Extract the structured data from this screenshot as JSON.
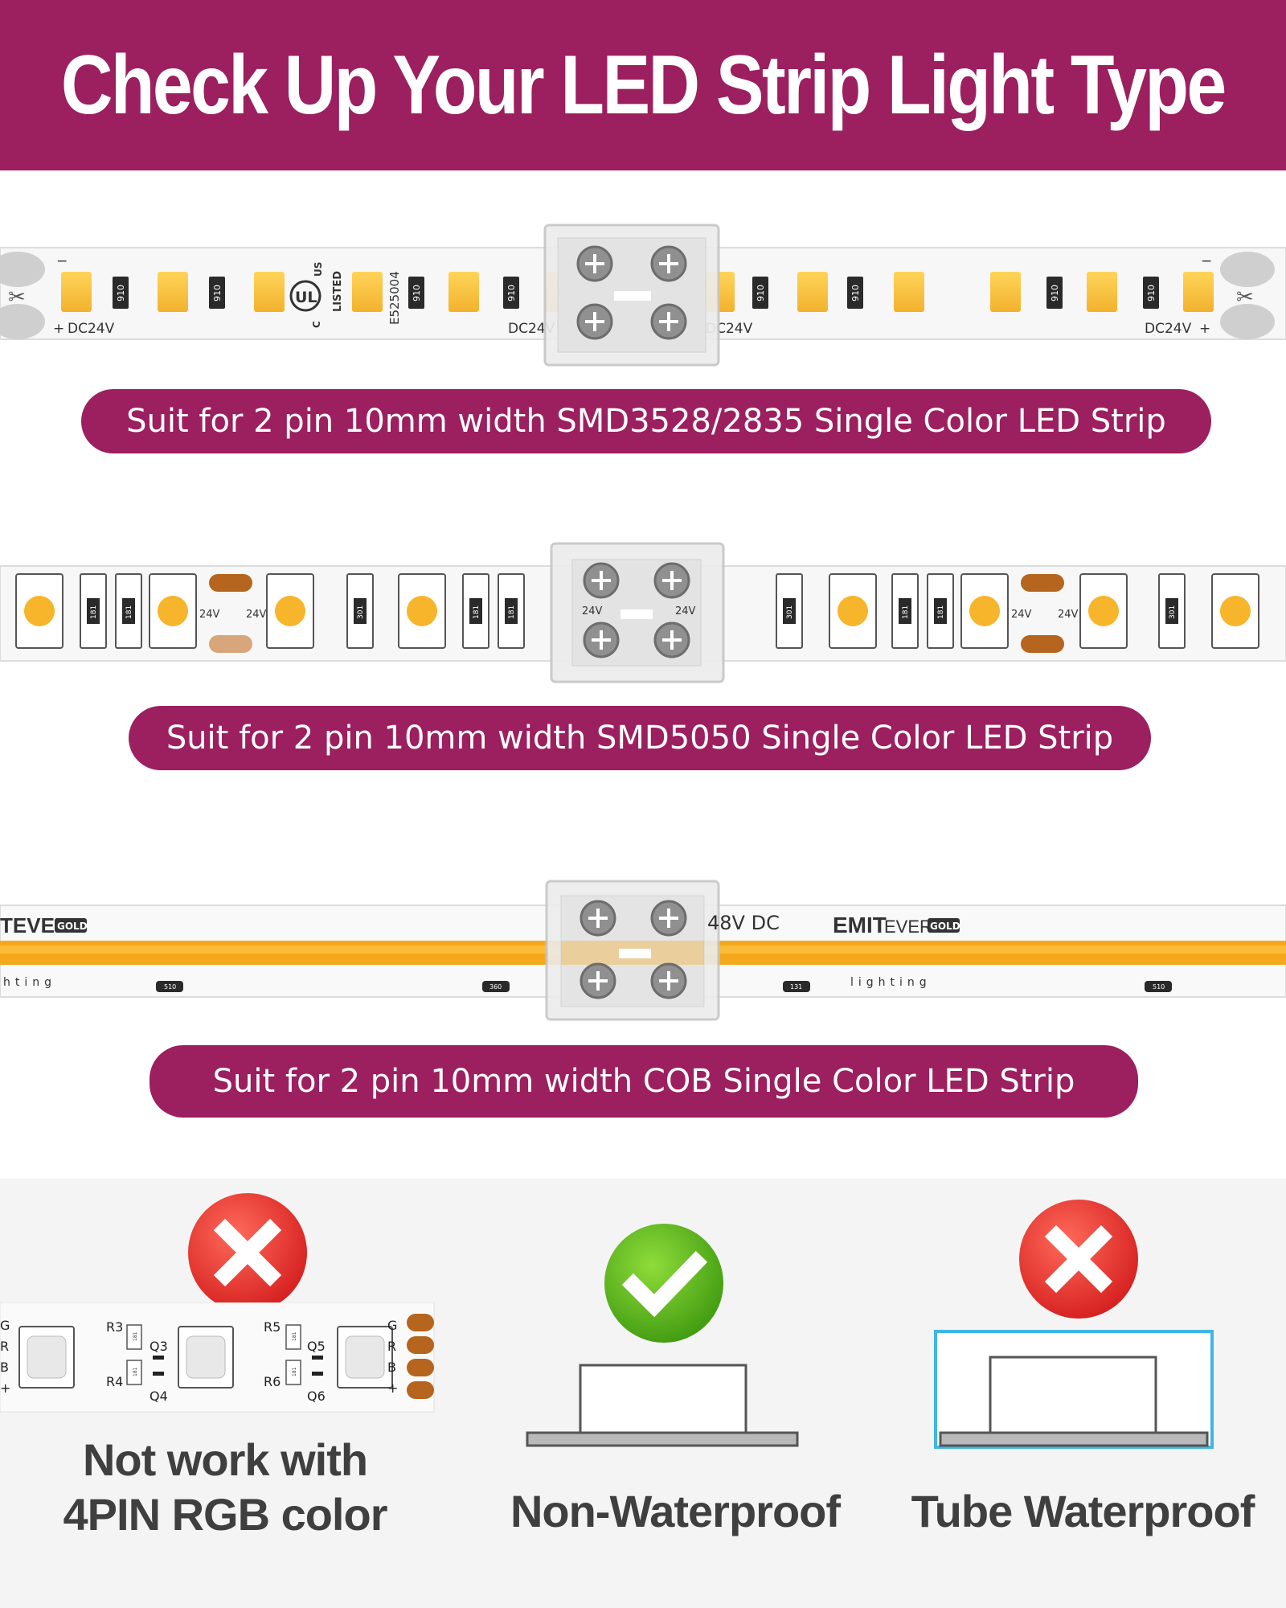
{
  "header": {
    "title": "Check Up Your LED Strip Light Type"
  },
  "strip1": {
    "pill": "Suit for 2 pin 10mm width SMD3528/2835 Single Color LED Strip",
    "voltage_label": "DC24V",
    "resistor_code": "910",
    "cert_code": "E525004",
    "cert_mark": "UL",
    "cert_text": "LISTED",
    "cert_small_left": "C",
    "cert_small_right": "US"
  },
  "strip2": {
    "pill": "Suit for  2 pin 10mm width SMD5050 Single Color LED Strip",
    "voltage_label": "24V",
    "resistor_code_a": "181",
    "resistor_code_b": "301"
  },
  "strip3": {
    "pill": "Suit for  2 pin 10mm width COB Single Color LED Strip",
    "voltage_label": "48V DC",
    "brand_bold": "EMIT",
    "brand_light": "EVER",
    "brand_badge": "GOLD",
    "brand_partial": "TEVER",
    "brand_sub": "lighting",
    "brand_sub_partial": "hting",
    "resistor_codes": [
      "510",
      "360",
      "131",
      "510"
    ]
  },
  "compat": {
    "rgb": {
      "caption_line1": "Not work with",
      "caption_line2": "4PIN RGB color",
      "status": "cross-icon",
      "pin_labels": [
        "G",
        "R",
        "B",
        "+"
      ],
      "pin_labels_right": [
        "G",
        "R",
        "B",
        "+"
      ],
      "component_labels": [
        "R3",
        "Q3",
        "R4",
        "Q4",
        "R5",
        "Q5",
        "R6",
        "Q6"
      ],
      "resistor_code": "181"
    },
    "nonwaterproof": {
      "caption": "Non-Waterproof",
      "status": "check-icon"
    },
    "tube": {
      "caption": "Tube Waterproof",
      "status": "cross-icon"
    }
  },
  "colors": {
    "brand": "#9c1f5f",
    "led_yellow": "#f7c037",
    "cross_red": "#e42a2a",
    "check_green": "#5ab31c",
    "tube_blue": "#3fb6e3"
  }
}
